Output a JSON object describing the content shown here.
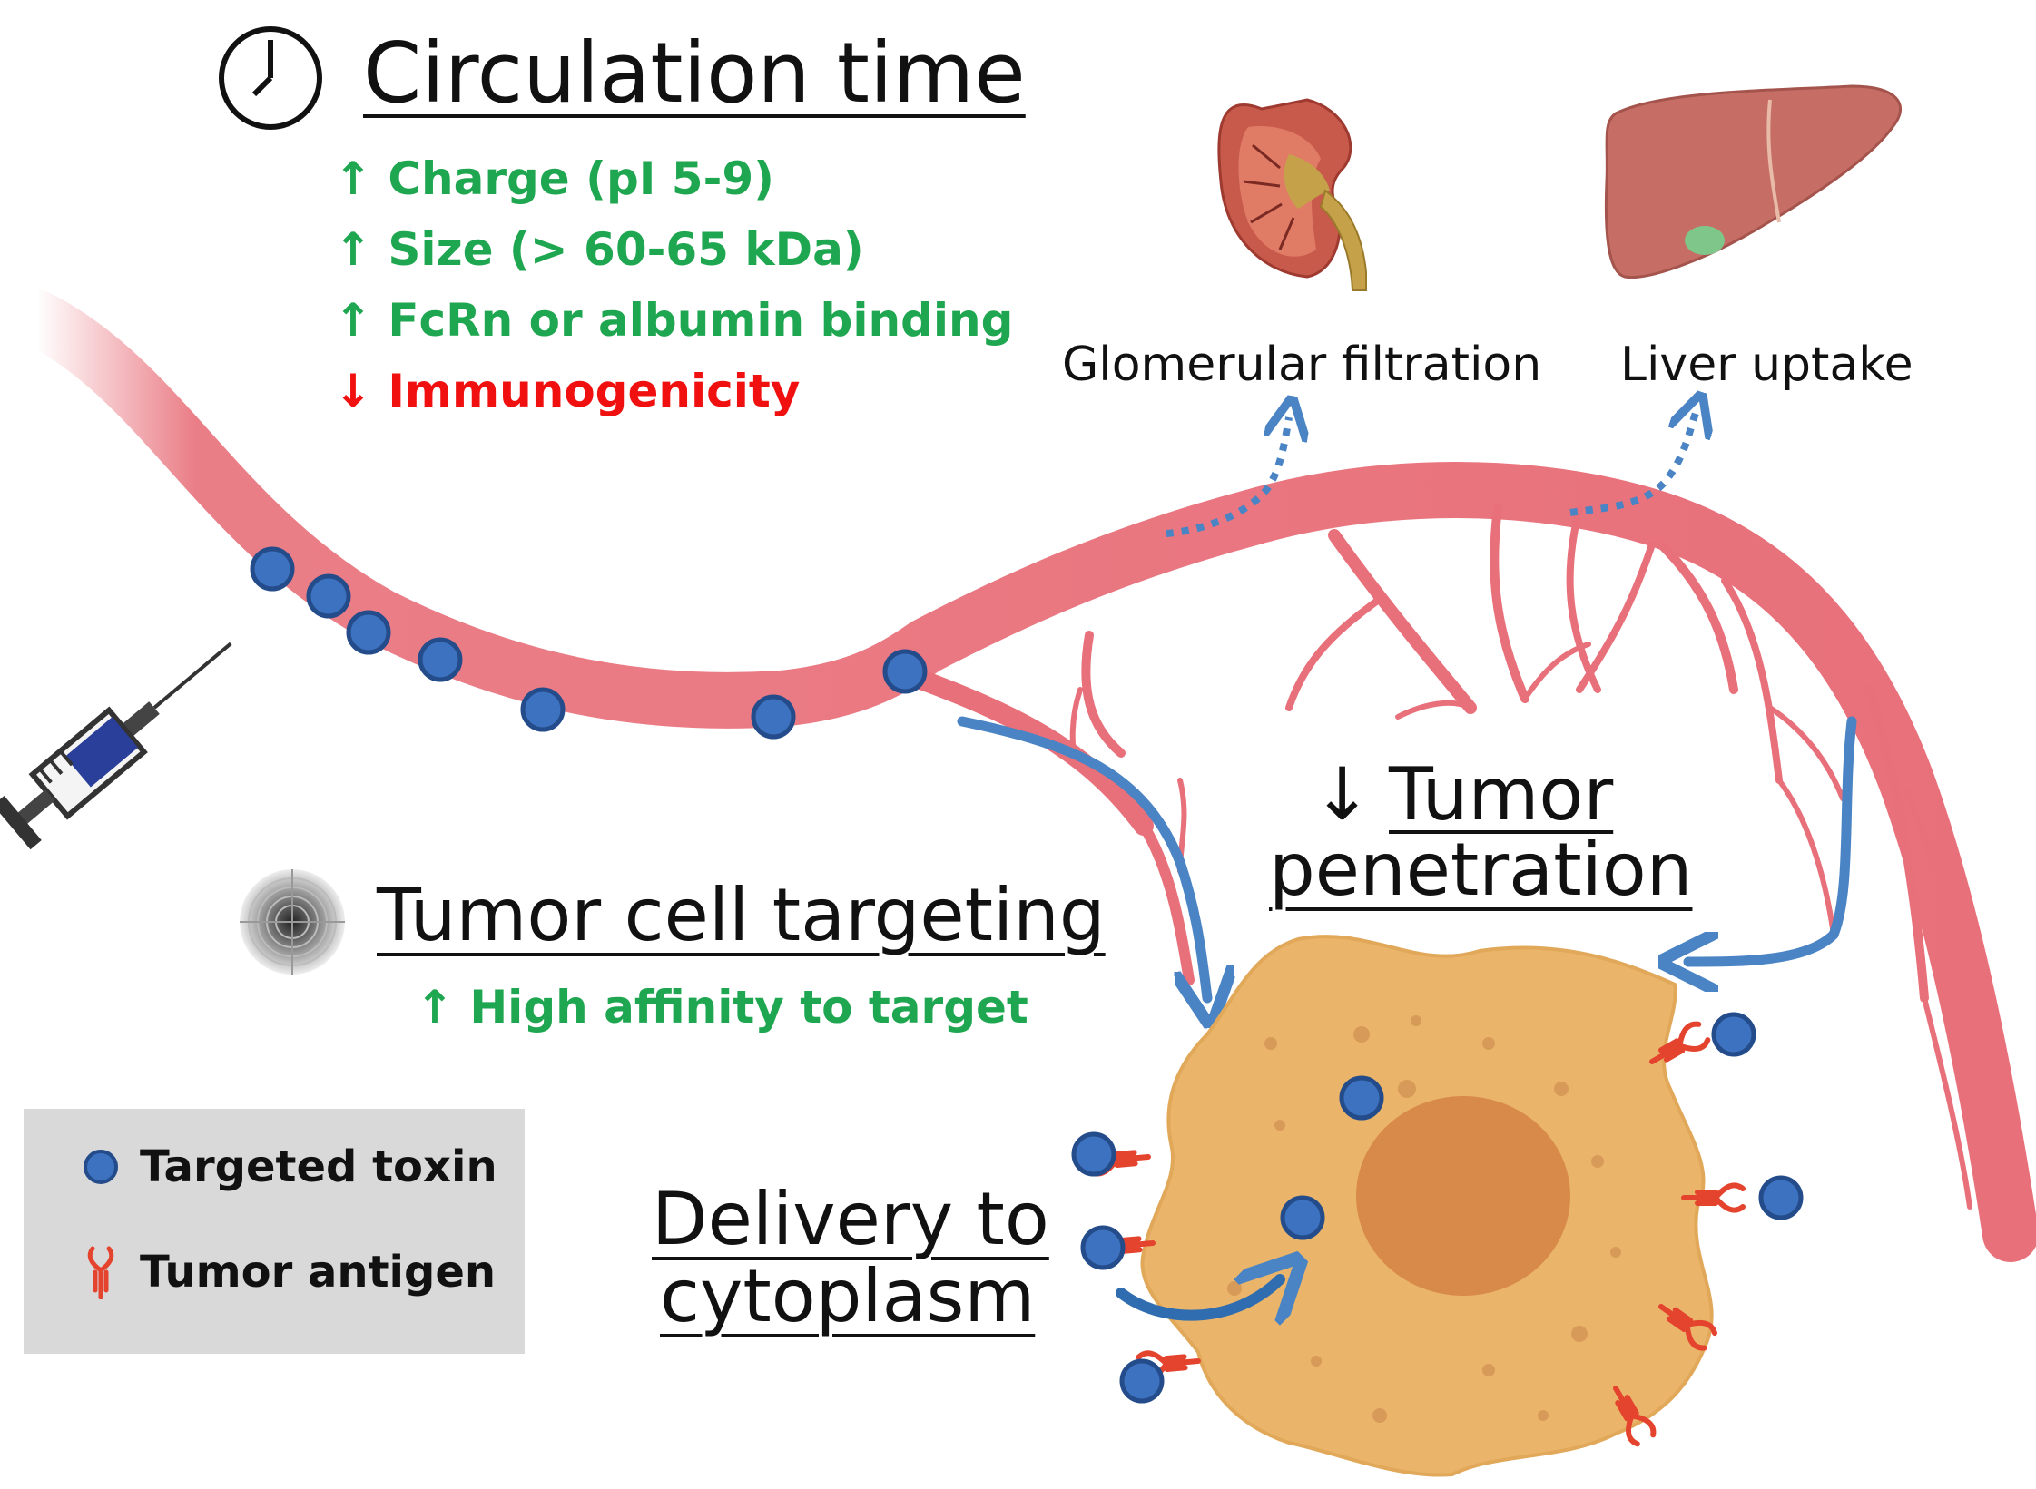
{
  "circulation": {
    "title": "Circulation time",
    "items": [
      {
        "arrow": "↑",
        "text": "Charge (pI 5-9)"
      },
      {
        "arrow": "↑",
        "text": "Size (> 60-65 kDa)"
      },
      {
        "arrow": "↑",
        "text": "FcRn or albumin binding"
      },
      {
        "arrow": "↓",
        "text": "Immunogenicity"
      }
    ]
  },
  "organs": {
    "kidney_label": "Glomerular filtration",
    "liver_label": "Liver uptake"
  },
  "penetration": {
    "arrow": "↓",
    "line1": "Tumor",
    "line2": "penetration"
  },
  "targeting": {
    "title": "Tumor cell targeting",
    "item_arrow": "↑",
    "item": "High affinity to target"
  },
  "delivery": {
    "line1": "Delivery to",
    "line2": "cytoplasm"
  },
  "legend": {
    "toxin": "Targeted toxin",
    "antigen": "Tumor antigen"
  },
  "colors": {
    "vessel": "#e8707a",
    "toxin": "#3c72c0",
    "cell": "#eab56a",
    "nucleus": "#d88a4a",
    "antigen": "#e4432e",
    "flow_arrow": "#4a84c4",
    "up_green": "#1fa650",
    "down_red": "#f01010"
  }
}
